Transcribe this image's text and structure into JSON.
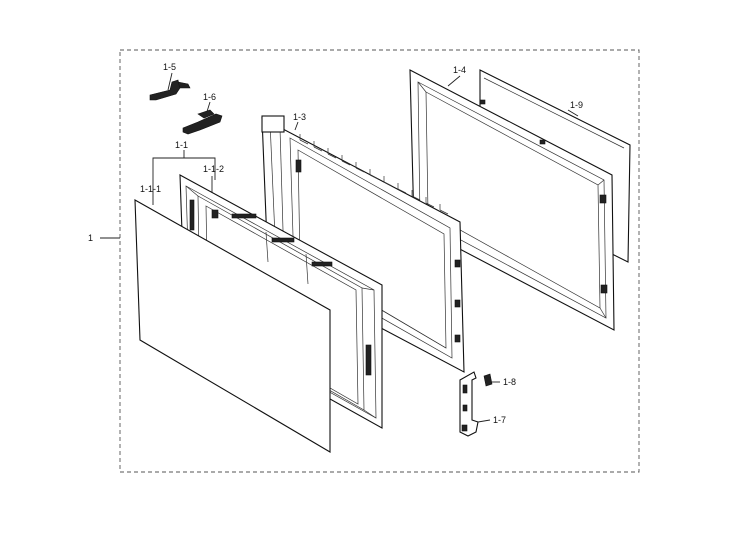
{
  "callouts": {
    "c1": "1",
    "c1_1": "1-1",
    "c1_1_1": "1-1-1",
    "c1_1_2": "1-1-2",
    "c1_3": "1-3",
    "c1_4": "1-4",
    "c1_5": "1-5",
    "c1_6": "1-6",
    "c1_7": "1-7",
    "c1_8": "1-8",
    "c1_9": "1-9"
  }
}
